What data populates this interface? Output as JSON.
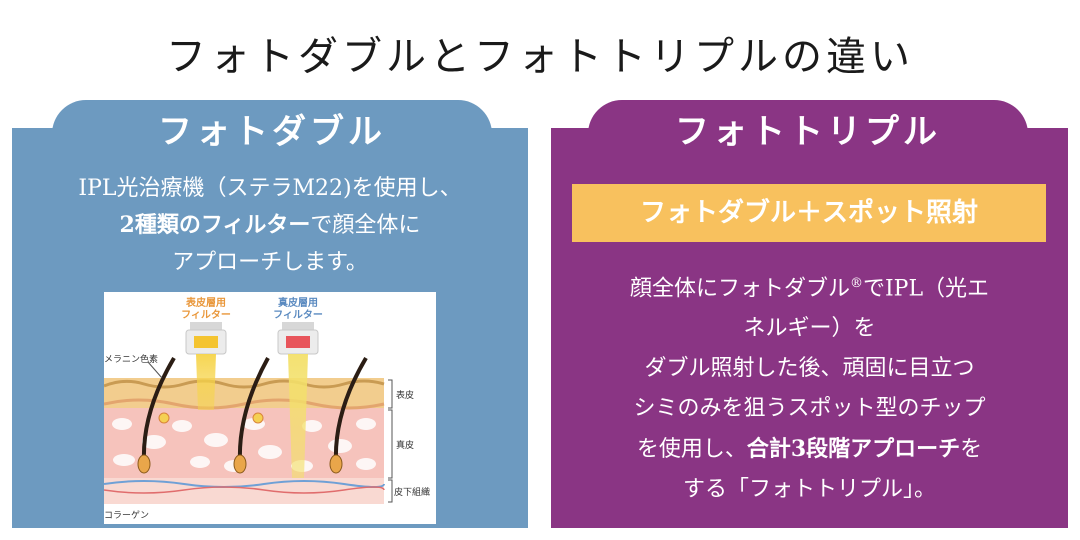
{
  "title": "フォトダブルとフォトトリプルの違い",
  "left": {
    "tab_label": "フォトダブル",
    "line1": "IPL光治療機（ステラM22)を使用し、",
    "line2_bold": "2種類のフィルター",
    "line2_rest": "で顔全体に",
    "line3": "アプローチします。",
    "bg_color": "#6d9ac0",
    "figure": {
      "filter_surface_label_1": "表皮層用",
      "filter_surface_label_2": "フィルター",
      "filter_dermis_label_1": "真皮層用",
      "filter_dermis_label_2": "フィルター",
      "melanin_label": "メラニン色素",
      "epidermis_label": "表皮",
      "dermis_label": "真皮",
      "subcutaneous_label": "皮下組織",
      "collagen_label": "コラーゲン",
      "surface_filter_color": "#f4c430",
      "dermis_filter_color": "#e8555b"
    }
  },
  "right": {
    "tab_label": "フォトトリプル",
    "highlight": "フォトダブル＋スポット照射",
    "line1a": "顔全体にフォトダブル",
    "line1_sup": "®",
    "line1b": "でIPL（光エ",
    "line2": "ネルギー）を",
    "line3": "ダブル照射した後、頑固に目立つ",
    "line4": "シミのみを狙うスポット型のチップ",
    "line5a": "を使用し、",
    "line5_bold": "合計3段階アプローチ",
    "line5b": "を",
    "line6": "する「フォトトリプル」。",
    "bg_color": "#8a3584",
    "highlight_color": "#f8c15e"
  }
}
